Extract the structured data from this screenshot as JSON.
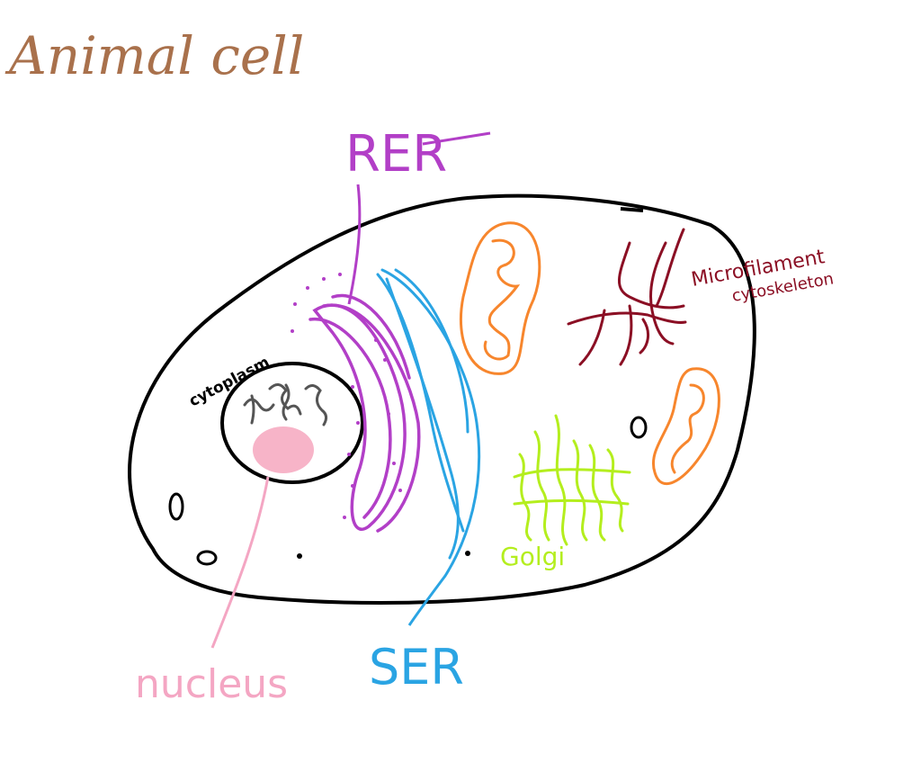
{
  "title": "Animal cell",
  "labels": {
    "rer": "RER",
    "ser": "SER",
    "cytoplasm": "cytoplasm",
    "nucleus": "nucleus",
    "golgi": "Golgi",
    "cytoskeleton_line1": "Microfilament",
    "cytoskeleton_line2": "cytoskeleton"
  },
  "colors": {
    "title": "#a9714c",
    "outline": "#000000",
    "rer": "#b23fc7",
    "ser": "#2aa4e3",
    "nucleus_label": "#f4a6c3",
    "nucleolus": "#f7b4c8",
    "mitochondria": "#f7862d",
    "golgi": "#b4ee1e",
    "cytoskeleton": "#8b0f24",
    "chromatin": "#555555"
  }
}
